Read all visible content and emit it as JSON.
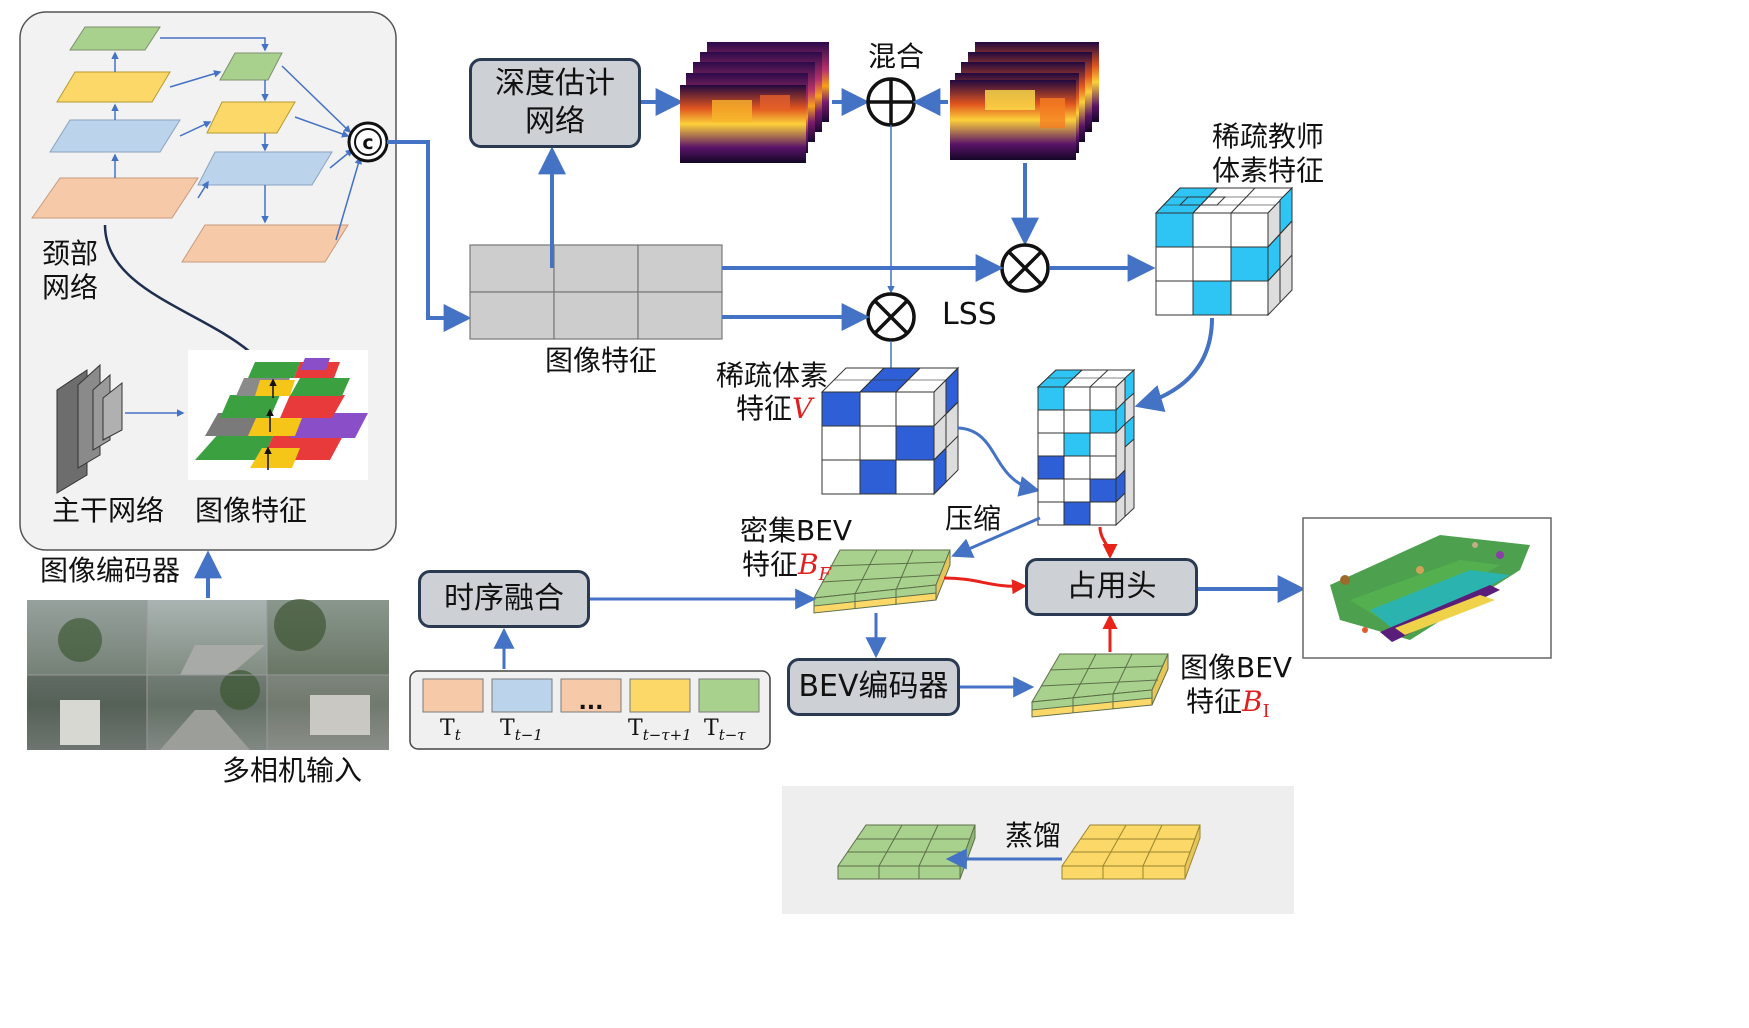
{
  "labels": {
    "neck_line1": "颈部",
    "neck_line2": "网络",
    "backbone": "主干网络",
    "image_feature_left": "图像特征",
    "image_encoder": "图像编码器",
    "multi_camera_input": "多相机输入",
    "depth_estimation_line1": "深度估计",
    "depth_estimation_line2": "网络",
    "mix": "混合",
    "sparse_teacher_line1": "稀疏教师",
    "sparse_teacher_line2": "体素特征",
    "lss": "LSS",
    "image_feature_center": "图像特征",
    "sparse_voxel_line1": "稀疏体素",
    "sparse_voxel_line2": "特征",
    "sparse_voxel_symbol": "V",
    "compress": "压缩",
    "dense_bev_line1": "密集BEV",
    "dense_bev_line2": "特征",
    "dense_bev_symbol": "B",
    "dense_bev_sub": "F",
    "occupancy_head": "占用头",
    "temporal_fusion": "时序融合",
    "bev_encoder": "BEV编码器",
    "image_bev_line1": "图像BEV",
    "image_bev_line2": "特征",
    "image_bev_symbol": "B",
    "image_bev_sub": "I",
    "distill": "蒸馏",
    "concat_symbol": "c",
    "ellipsis": "..."
  },
  "time_steps": [
    {
      "base": "T",
      "sub": "t",
      "color": "#f6c9a8"
    },
    {
      "base": "T",
      "sub": "t−1",
      "color": "#bcd3ec"
    },
    {
      "base": "",
      "sub": "",
      "color": "#f6c9a8"
    },
    {
      "base": "T",
      "sub": "t−τ+1",
      "color": "#fbd867"
    },
    {
      "base": "T",
      "sub": "t−τ",
      "color": "#a9d18e"
    }
  ],
  "colors": {
    "arrow_blue": "#4472c4",
    "arrow_red": "#e8231a",
    "box_fill": "#cdd0d4",
    "box_border": "#2a3a52",
    "panel_fill": "#f2f2f2",
    "green": "#a9d18e",
    "yellow": "#fbd867",
    "light_blue": "#bcd3ec",
    "peach": "#f6c9a8",
    "cyan": "#2ec5f5",
    "dark_blue": "#2e5fd6"
  }
}
